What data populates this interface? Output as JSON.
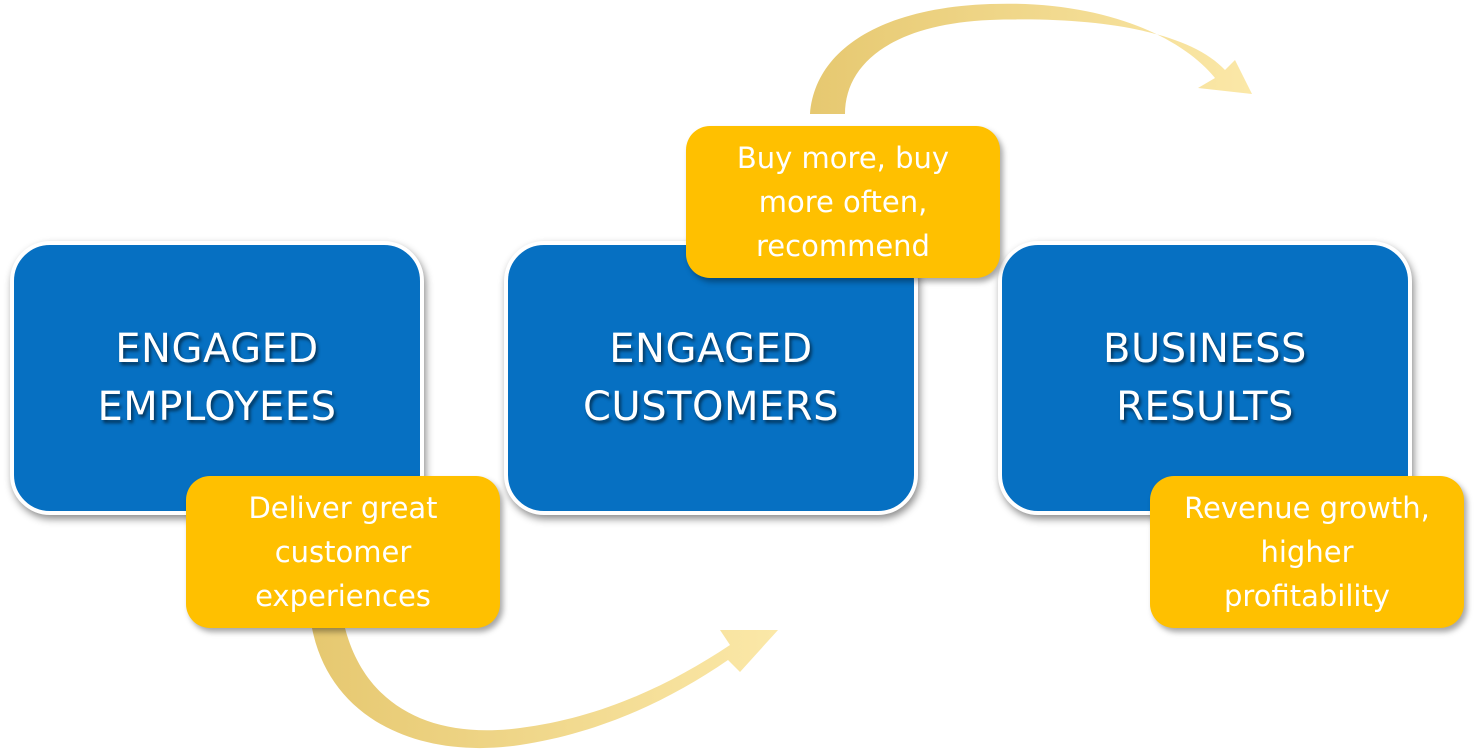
{
  "colors": {
    "box": "#0670c2",
    "note": "#ffc000",
    "arrow": "#f1d67d"
  },
  "blocks": [
    {
      "id": "employees",
      "lines": [
        "ENGAGED",
        "EMPLOYEES"
      ],
      "note_lines": [
        "Deliver great",
        "customer",
        "experiences"
      ]
    },
    {
      "id": "customers",
      "lines": [
        "ENGAGED",
        "CUSTOMERS"
      ],
      "note_lines": [
        "Buy more, buy",
        "more often,",
        "recommend"
      ]
    },
    {
      "id": "results",
      "lines": [
        "BUSINESS",
        "RESULTS"
      ],
      "note_lines": [
        "Revenue growth,",
        "higher",
        "profitability"
      ]
    }
  ]
}
